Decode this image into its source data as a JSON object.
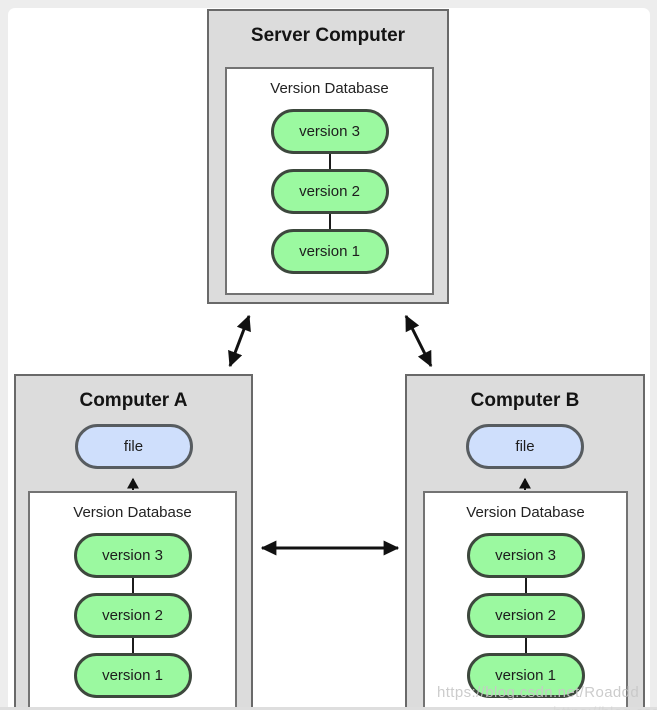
{
  "colors": {
    "canvas_bg": "#ededed",
    "page_bg": "#ffffff",
    "box_fill": "#dcdcdc",
    "box_border": "#696969",
    "inner_fill": "#ffffff",
    "inner_border": "#737373",
    "version_fill": "#9bf9a0",
    "version_border": "#3d483d",
    "file_fill": "#cfdffc",
    "file_border": "#575c60",
    "arrow": "#111111",
    "watermark": "#c8c8c8"
  },
  "server": {
    "title": "Server Computer",
    "database": {
      "label": "Version Database",
      "versions": [
        "version 3",
        "version 2",
        "version 1"
      ]
    }
  },
  "computer_a": {
    "title": "Computer A",
    "file_label": "file",
    "database": {
      "label": "Version Database",
      "versions": [
        "version 3",
        "version 2",
        "version 1"
      ]
    }
  },
  "computer_b": {
    "title": "Computer B",
    "file_label": "file",
    "database": {
      "label": "Version Database",
      "versions": [
        "version 3",
        "version 2",
        "version 1"
      ]
    }
  },
  "watermark": {
    "text": "https://blog.csdn.net/Roaddd"
  }
}
